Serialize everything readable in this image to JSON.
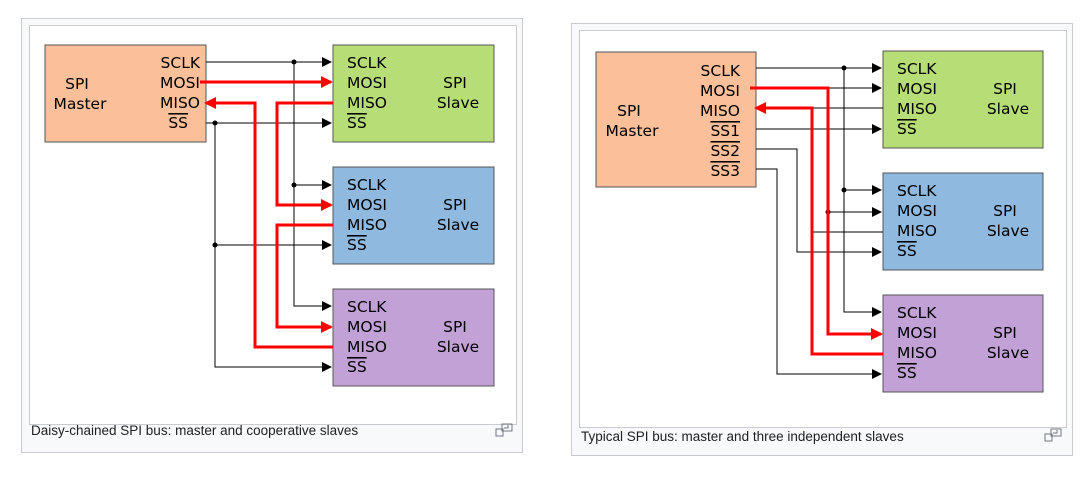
{
  "figures": [
    {
      "caption": "Daisy-chained SPI bus: master and cooperative slaves",
      "master": {
        "line1": "SPI",
        "line2": "Master",
        "pins": [
          "SCLK",
          "MOSI",
          "MISO",
          "SS"
        ]
      },
      "slaves": [
        {
          "pins": [
            "SCLK",
            "MOSI",
            "MISO",
            "SS"
          ],
          "line1": "SPI",
          "line2": "Slave"
        },
        {
          "pins": [
            "SCLK",
            "MOSI",
            "MISO",
            "SS"
          ],
          "line1": "SPI",
          "line2": "Slave"
        },
        {
          "pins": [
            "SCLK",
            "MOSI",
            "MISO",
            "SS"
          ],
          "line1": "SPI",
          "line2": "Slave"
        }
      ]
    },
    {
      "caption": "Typical SPI bus: master and three independent slaves",
      "master": {
        "line1": "SPI",
        "line2": "Master",
        "pins": [
          "SCLK",
          "MOSI",
          "MISO",
          "SS1",
          "SS2",
          "SS3"
        ]
      },
      "slaves": [
        {
          "pins": [
            "SCLK",
            "MOSI",
            "MISO",
            "SS"
          ],
          "line1": "SPI",
          "line2": "Slave"
        },
        {
          "pins": [
            "SCLK",
            "MOSI",
            "MISO",
            "SS"
          ],
          "line1": "SPI",
          "line2": "Slave"
        },
        {
          "pins": [
            "SCLK",
            "MOSI",
            "MISO",
            "SS"
          ],
          "line1": "SPI",
          "line2": "Slave"
        }
      ]
    }
  ],
  "colors": {
    "master": "#fbbf9a",
    "slave1": "#b7de76",
    "slave2": "#8fb9de",
    "slave3": "#c2a2d6",
    "miso_mosi_path": "#ff0000",
    "wire": "#000000"
  }
}
